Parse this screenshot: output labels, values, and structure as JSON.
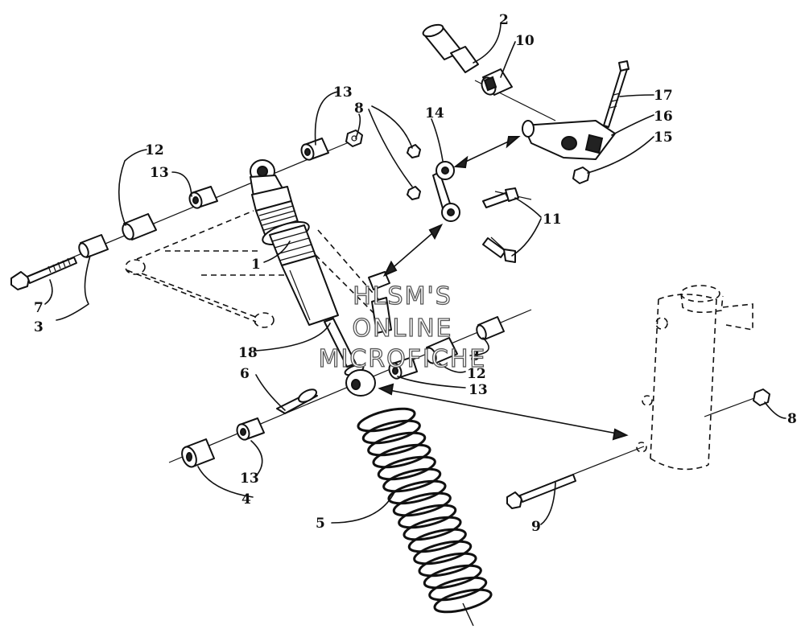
{
  "watermark": {
    "line1": "HLSM'S",
    "line2": "ONLINE",
    "line3": "MICROFICHE"
  },
  "callouts": [
    {
      "id": "c-2a",
      "label": "2"
    },
    {
      "id": "c-10",
      "label": "10"
    },
    {
      "id": "c-17",
      "label": "17"
    },
    {
      "id": "c-16",
      "label": "16"
    },
    {
      "id": "c-15",
      "label": "15"
    },
    {
      "id": "c-13a",
      "label": "13"
    },
    {
      "id": "c-8a",
      "label": "8"
    },
    {
      "id": "c-14",
      "label": "14"
    },
    {
      "id": "c-12a",
      "label": "12"
    },
    {
      "id": "c-13b",
      "label": "13"
    },
    {
      "id": "c-11",
      "label": "11"
    },
    {
      "id": "c-1",
      "label": "1"
    },
    {
      "id": "c-7",
      "label": "7"
    },
    {
      "id": "c-3a",
      "label": "3"
    },
    {
      "id": "c-18",
      "label": "18"
    },
    {
      "id": "c-3b",
      "label": "3"
    },
    {
      "id": "c-12b",
      "label": "12"
    },
    {
      "id": "c-6",
      "label": "6"
    },
    {
      "id": "c-13c",
      "label": "13"
    },
    {
      "id": "c-8b",
      "label": "8"
    },
    {
      "id": "c-13d",
      "label": "13"
    },
    {
      "id": "c-4",
      "label": "4"
    },
    {
      "id": "c-5",
      "label": "5"
    },
    {
      "id": "c-9",
      "label": "9"
    }
  ]
}
